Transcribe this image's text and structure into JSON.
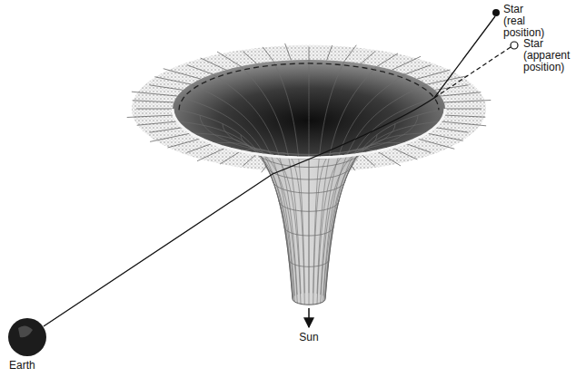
{
  "diagram": {
    "labels": [
      "Star (real position)",
      "Star (apparent position)",
      "Earth",
      "Sun"
    ]
  }
}
